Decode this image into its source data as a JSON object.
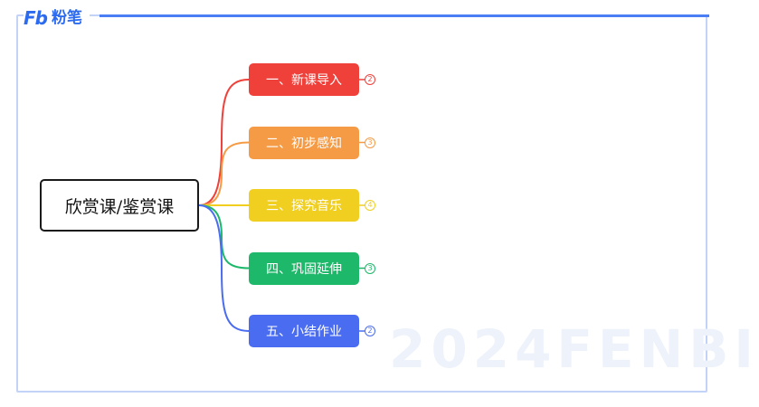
{
  "brand": {
    "mark": "Fb",
    "name": "粉笔",
    "color": "#2c6bf0"
  },
  "watermark": "2024FENBI",
  "diagram": {
    "root": {
      "label": "欣赏课/鉴赏课"
    },
    "branches": [
      {
        "label": "一、新课导入",
        "badge": "2",
        "color": "#f0403a"
      },
      {
        "label": "二、初步感知",
        "badge": "3",
        "color": "#f59a45"
      },
      {
        "label": "三、探究音乐",
        "badge": "4",
        "color": "#f0cf20"
      },
      {
        "label": "四、巩固延伸",
        "badge": "3",
        "color": "#1eb86a"
      },
      {
        "label": "五、小结作业",
        "badge": "2",
        "color": "#4a6cf0"
      }
    ]
  }
}
